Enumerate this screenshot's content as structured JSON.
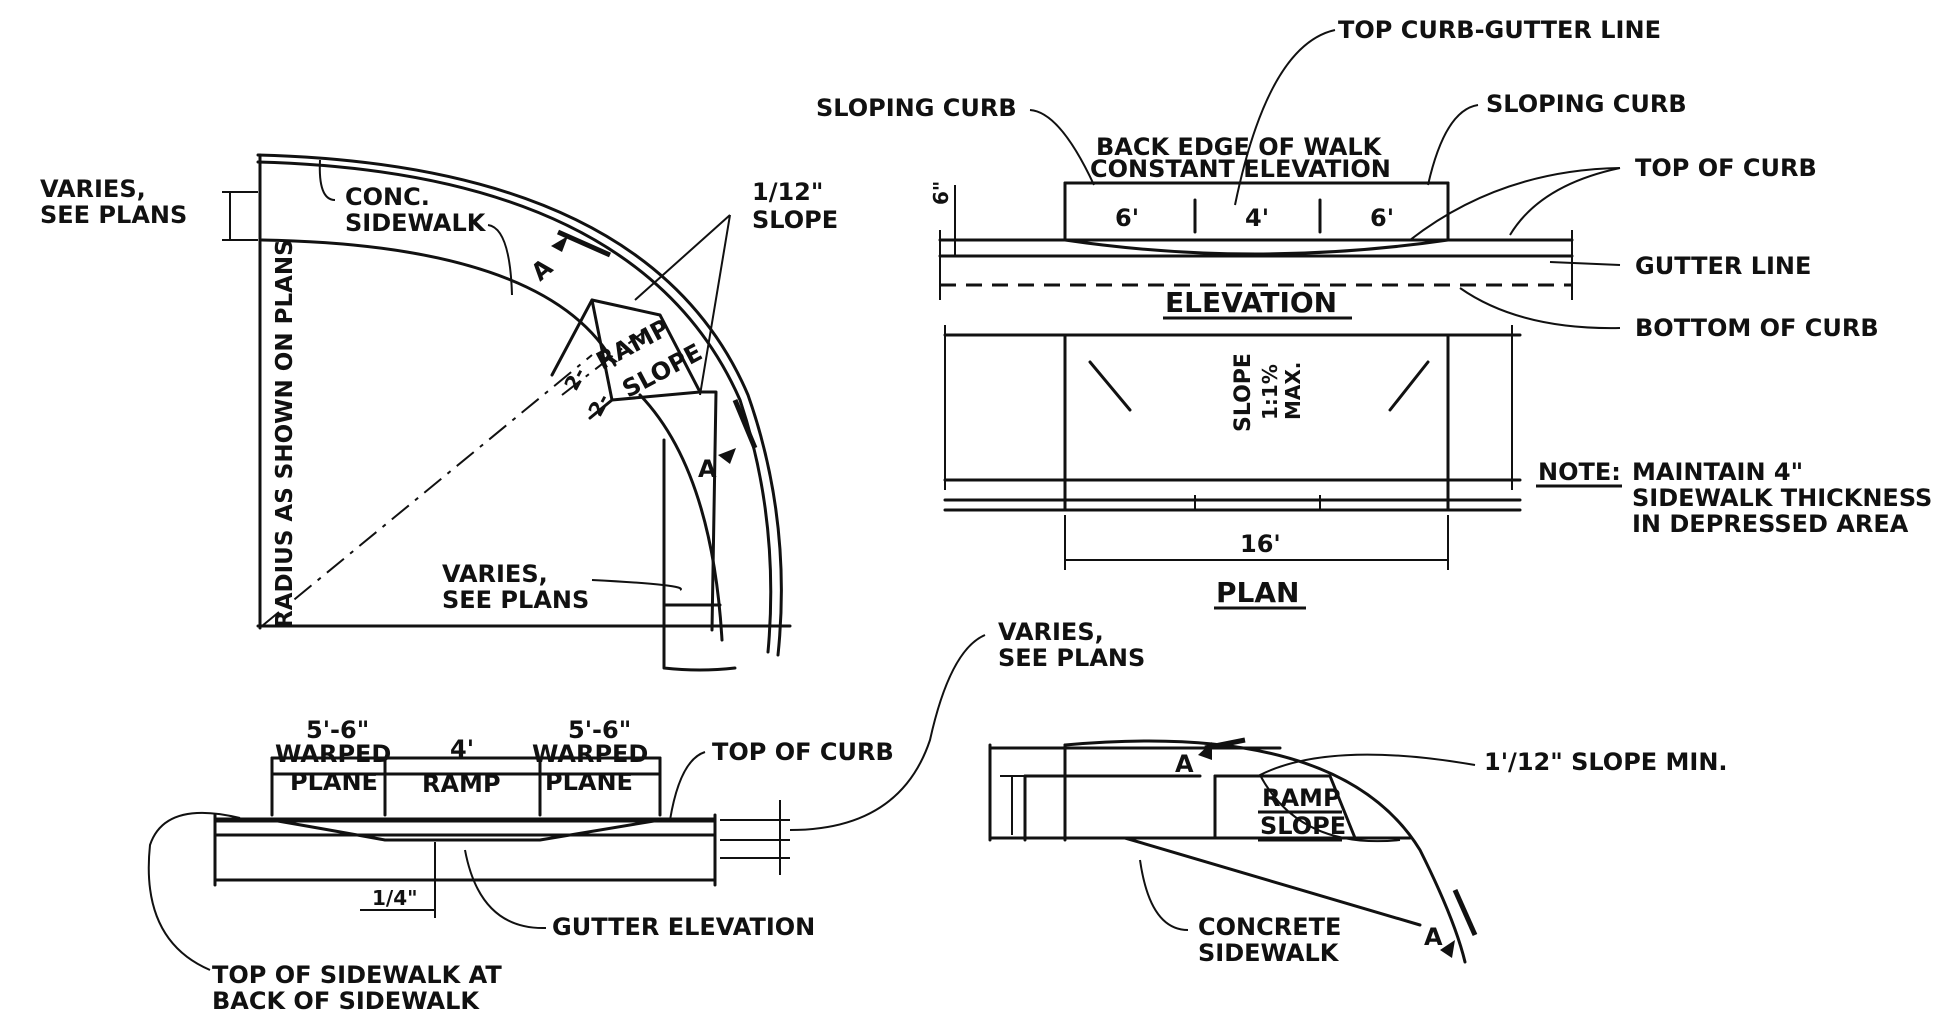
{
  "quarter_detail": {
    "varies_top": [
      "VARIES,",
      "SEE PLANS"
    ],
    "conc_sidewalk": [
      "CONC.",
      "SIDEWALK"
    ],
    "slope_callout": [
      "1/12\"",
      "SLOPE"
    ],
    "ramp": "RAMP",
    "slope": "SLOPE",
    "dim_a": "2-",
    "dim_b": "2-",
    "section_a_top": "A",
    "section_a_right": "A",
    "radius": "RADIUS AS SHOWN ON PLANS",
    "varies_mid": [
      "VARIES,",
      "SEE PLANS"
    ]
  },
  "elevation_detail": {
    "top_curb_gutter": "TOP CURB-GUTTER LINE",
    "sloping_curb_left": "SLOPING CURB",
    "sloping_curb_right": "SLOPING CURB",
    "back_edge": [
      "BACK EDGE OF WALK",
      "CONSTANT ELEVATION"
    ],
    "top_of_curb": "TOP OF CURB",
    "height": "6\"",
    "seg_left": "6'",
    "seg_mid": "4'",
    "seg_right": "6'",
    "gutter_line": "GUTTER LINE",
    "title": "ELEVATION",
    "bottom_of_curb": "BOTTOM OF CURB"
  },
  "plan_detail": {
    "slope_label": "SLOPE",
    "slope_value": "1:1%",
    "slope_max": "MAX.",
    "width": "16'",
    "title": "PLAN",
    "note_label": "NOTE:",
    "note_lines": [
      "MAINTAIN 4\"",
      "SIDEWALK THICKNESS",
      "IN DEPRESSED AREA"
    ]
  },
  "bottom_left_detail": {
    "dim_left": "5'-6\"",
    "dim_mid": "4'",
    "dim_right": "5'-6\"",
    "warped_left": "WARPED",
    "plane_left": "PLANE",
    "ramp": "RAMP",
    "warped_right": "WARPED",
    "plane_right": "PLANE",
    "top_of_curb": "TOP OF CURB",
    "quarter": "1/4\"",
    "gutter_elevation": "GUTTER ELEVATION",
    "top_of_sidewalk": [
      "TOP OF SIDEWALK AT",
      "BACK OF SIDEWALK"
    ],
    "varies": [
      "VARIES,",
      "SEE PLANS"
    ]
  },
  "bottom_right_detail": {
    "section_a_top": "A",
    "section_a_bottom": "A",
    "slope_min": "1'/12\" SLOPE MIN.",
    "ramp": "RAMP",
    "slope": "SLOPE",
    "concrete_sidewalk": [
      "CONCRETE",
      "SIDEWALK"
    ]
  }
}
